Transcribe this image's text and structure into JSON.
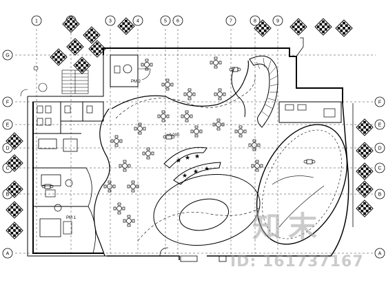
{
  "grid_top": [
    "1",
    "2",
    "3",
    "4",
    "5",
    "6",
    "7",
    "8",
    "9"
  ],
  "grid_left": [
    "G",
    "F",
    "E",
    "D",
    "C",
    "B",
    "A"
  ],
  "grid_right": [
    "F",
    "E",
    "D",
    "C",
    "B",
    "A"
  ],
  "room_labels": {
    "elevation": "±0.000",
    "pm2": "PM 2",
    "pm1": "PM 1"
  },
  "watermark": {
    "logo": "知末",
    "id": "ID: 161737167"
  },
  "colors": {
    "line": "#000000",
    "background": "#ffffff",
    "watermark": "#a0a0a0"
  }
}
